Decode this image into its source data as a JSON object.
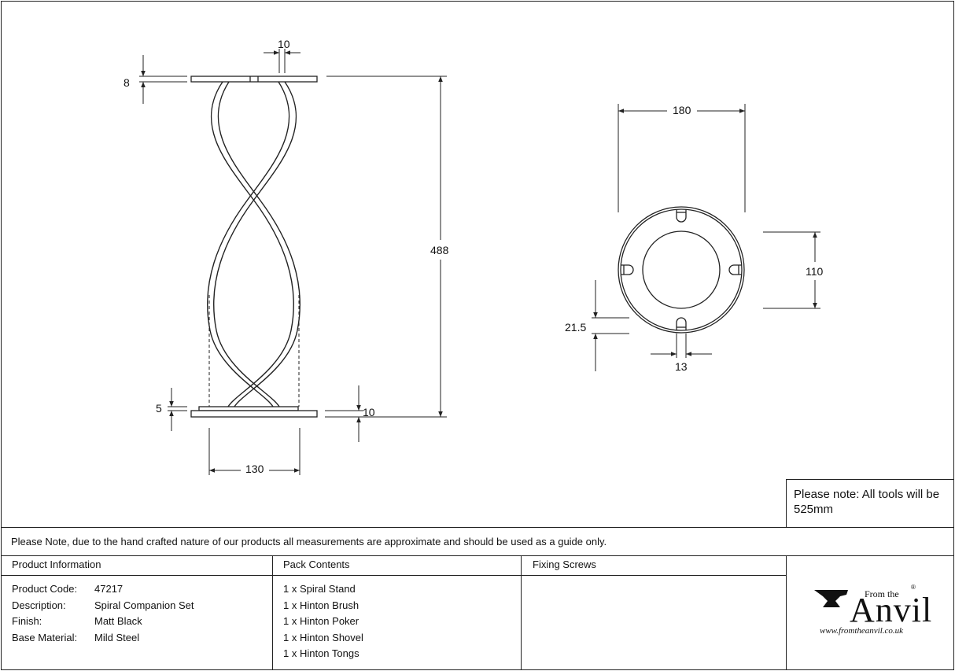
{
  "dimensions": {
    "top_plate_gap": "10",
    "top_plate_thickness": "8",
    "overall_height": "488",
    "base_thickness": "5",
    "base_offset": "10",
    "base_span": "130",
    "plate_diameter": "180",
    "inner_diameter": "110",
    "slot_offset": "21.5",
    "slot_width": "13"
  },
  "note": "Please note: All tools will be 525mm",
  "disclaimer": "Please Note, due to the hand crafted nature of our products all measurements are approximate and should be used as a guide only.",
  "product_information": {
    "header": "Product Information",
    "rows": [
      {
        "label": "Product Code:",
        "value": "47217"
      },
      {
        "label": "Description:",
        "value": "Spiral Companion Set"
      },
      {
        "label": "Finish:",
        "value": "Matt Black"
      },
      {
        "label": "Base Material:",
        "value": "Mild Steel"
      }
    ]
  },
  "pack_contents": {
    "header": "Pack Contents",
    "items": [
      "1 x Spiral Stand",
      "1 x Hinton Brush",
      "1 x Hinton Poker",
      "1 x Hinton Shovel",
      "1 x Hinton Tongs"
    ]
  },
  "fixing_screws": {
    "header": "Fixing Screws"
  },
  "logo": {
    "from_the": "From the",
    "name": "Anvil",
    "registered": "®",
    "url": "www.fromtheanvil.co.uk"
  }
}
